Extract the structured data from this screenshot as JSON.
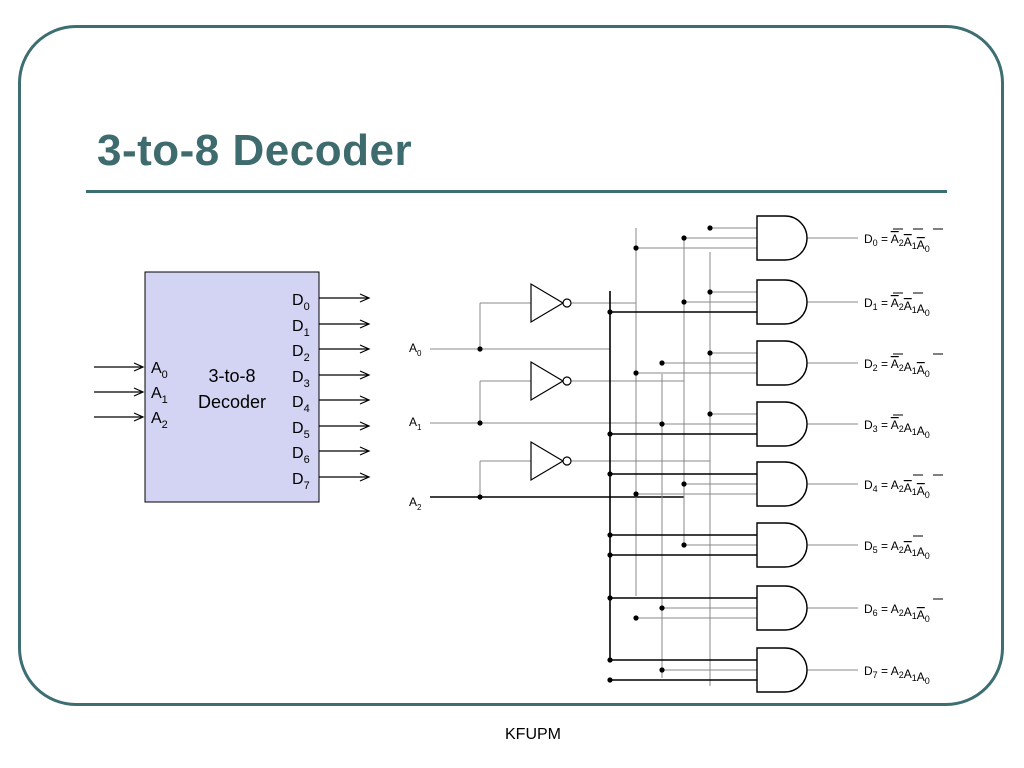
{
  "slide": {
    "title": "3-to-8 Decoder",
    "footer": "KFUPM"
  },
  "colors": {
    "frame": "#3d6e72",
    "title": "#3d6b6e",
    "block_fill": "#d3d3f3"
  },
  "block_diagram": {
    "label_line1": "3-to-8",
    "label_line2": "Decoder",
    "inputs": [
      {
        "base": "A",
        "sub": "0"
      },
      {
        "base": "A",
        "sub": "1"
      },
      {
        "base": "A",
        "sub": "2"
      }
    ],
    "outputs": [
      {
        "base": "D",
        "sub": "0"
      },
      {
        "base": "D",
        "sub": "1"
      },
      {
        "base": "D",
        "sub": "2"
      },
      {
        "base": "D",
        "sub": "3"
      },
      {
        "base": "D",
        "sub": "4"
      },
      {
        "base": "D",
        "sub": "5"
      },
      {
        "base": "D",
        "sub": "6"
      },
      {
        "base": "D",
        "sub": "7"
      }
    ]
  },
  "circuit": {
    "inputs": [
      {
        "base": "A",
        "sub": "0"
      },
      {
        "base": "A",
        "sub": "1"
      },
      {
        "base": "A",
        "sub": "2"
      }
    ],
    "outputs": [
      {
        "name": "D",
        "index": "0",
        "terms": [
          {
            "v": "A",
            "s": "2",
            "bar": true
          },
          {
            "v": "A",
            "s": "1",
            "bar": true
          },
          {
            "v": "A",
            "s": "0",
            "bar": true
          }
        ]
      },
      {
        "name": "D",
        "index": "1",
        "terms": [
          {
            "v": "A",
            "s": "2",
            "bar": true
          },
          {
            "v": "A",
            "s": "1",
            "bar": true
          },
          {
            "v": "A",
            "s": "0",
            "bar": false
          }
        ]
      },
      {
        "name": "D",
        "index": "2",
        "terms": [
          {
            "v": "A",
            "s": "2",
            "bar": true
          },
          {
            "v": "A",
            "s": "1",
            "bar": false
          },
          {
            "v": "A",
            "s": "0",
            "bar": true
          }
        ]
      },
      {
        "name": "D",
        "index": "3",
        "terms": [
          {
            "v": "A",
            "s": "2",
            "bar": true
          },
          {
            "v": "A",
            "s": "1",
            "bar": false
          },
          {
            "v": "A",
            "s": "0",
            "bar": false
          }
        ]
      },
      {
        "name": "D",
        "index": "4",
        "terms": [
          {
            "v": "A",
            "s": "2",
            "bar": false
          },
          {
            "v": "A",
            "s": "1",
            "bar": true
          },
          {
            "v": "A",
            "s": "0",
            "bar": true
          }
        ]
      },
      {
        "name": "D",
        "index": "5",
        "terms": [
          {
            "v": "A",
            "s": "2",
            "bar": false
          },
          {
            "v": "A",
            "s": "1",
            "bar": true
          },
          {
            "v": "A",
            "s": "0",
            "bar": false
          }
        ]
      },
      {
        "name": "D",
        "index": "6",
        "terms": [
          {
            "v": "A",
            "s": "2",
            "bar": false
          },
          {
            "v": "A",
            "s": "1",
            "bar": false
          },
          {
            "v": "A",
            "s": "0",
            "bar": true
          }
        ]
      },
      {
        "name": "D",
        "index": "7",
        "terms": [
          {
            "v": "A",
            "s": "2",
            "bar": false
          },
          {
            "v": "A",
            "s": "1",
            "bar": false
          },
          {
            "v": "A",
            "s": "0",
            "bar": false
          }
        ]
      }
    ]
  }
}
